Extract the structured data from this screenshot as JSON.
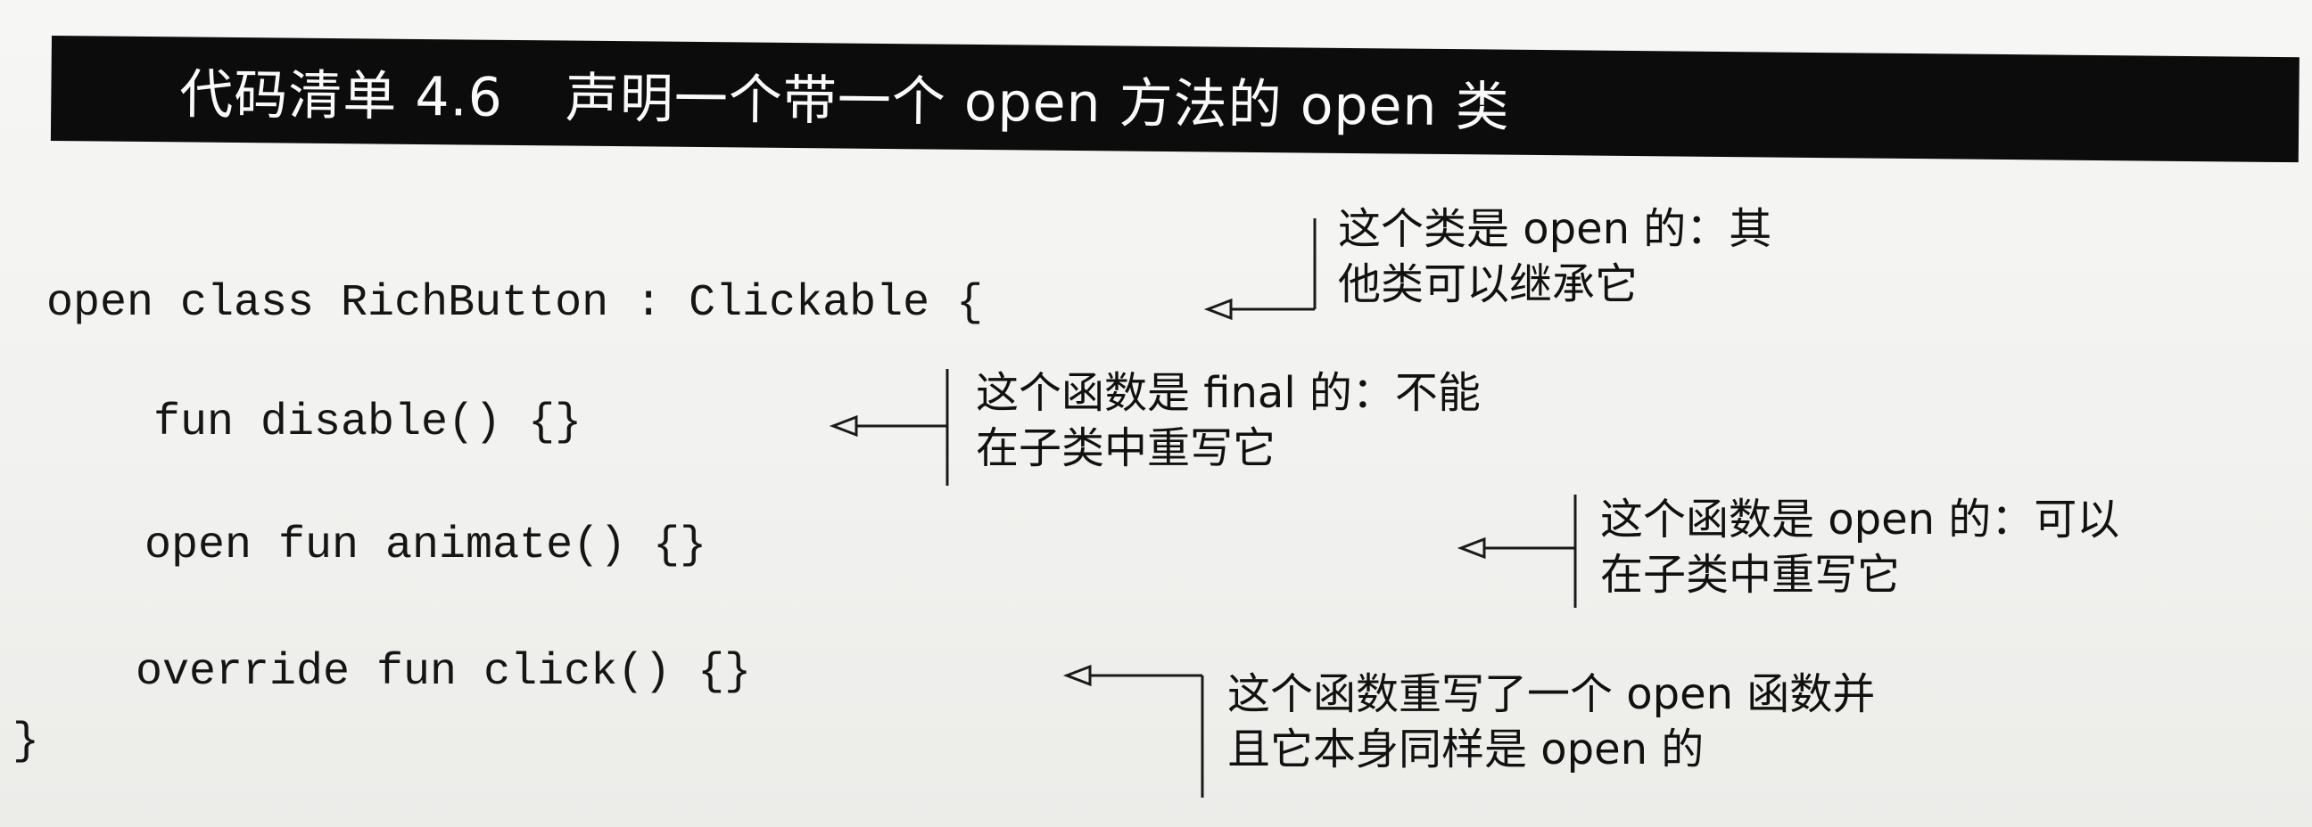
{
  "listing": {
    "number": "代码清单 4.6",
    "caption": "声明一个带一个 open 方法的 open 类"
  },
  "code_lines": [
    "open class RichButton : Clickable {",
    "fun disable() {}",
    "open fun animate() {}",
    "override fun click() {}",
    "}"
  ],
  "annotations": [
    {
      "line1": "这个类是 open 的：其",
      "line2": "他类可以继承它"
    },
    {
      "line1": "这个函数是 final 的：不能",
      "line2": "在子类中重写它"
    },
    {
      "line1": "这个函数是 open 的：可以",
      "line2": "在子类中重写它"
    },
    {
      "line1": "这个函数重写了一个 open 函数并",
      "line2": "且它本身同样是 open 的"
    }
  ]
}
